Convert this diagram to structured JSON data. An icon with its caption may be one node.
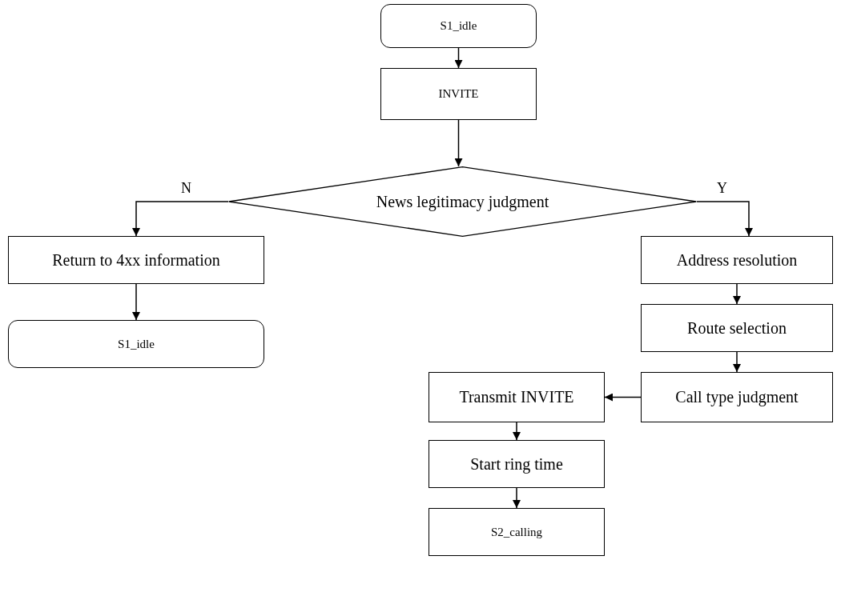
{
  "diagram": {
    "nodes": [
      {
        "text": [
          "S1_idle"
        ]
      },
      {
        "text": [
          "INVITE"
        ]
      },
      {
        "text": [
          "News legitimacy judgment"
        ]
      },
      {
        "text": [
          "Return to 4xx information"
        ]
      },
      {
        "text": [
          "Address resolution"
        ]
      },
      {
        "text": [
          "S1_idle"
        ]
      },
      {
        "text": [
          "Route selection"
        ]
      },
      {
        "text": [
          "Transmit INVITE"
        ]
      },
      {
        "text": [
          "Call type judgment"
        ]
      },
      {
        "text": [
          "Start ring time"
        ]
      },
      {
        "text": [
          "S2_calling"
        ]
      }
    ],
    "edges": [
      {
        "from": 0,
        "to": 1,
        "arrow": "to"
      },
      {
        "from": 1,
        "to": 2,
        "arrow": "to"
      },
      {
        "from": 2,
        "to": 3,
        "arrow": "to",
        "label": "N"
      },
      {
        "from": 2,
        "to": 4,
        "arrow": "to",
        "label": "Y"
      },
      {
        "from": 3,
        "to": 5,
        "arrow": "to"
      },
      {
        "from": 4,
        "to": 6,
        "arrow": "to"
      },
      {
        "from": 6,
        "to": 8,
        "arrow": "to"
      },
      {
        "from": 8,
        "to": 7,
        "arrow": "to"
      },
      {
        "from": 7,
        "to": 9,
        "arrow": "to"
      },
      {
        "from": 9,
        "to": 10,
        "arrow": "to"
      }
    ]
  }
}
